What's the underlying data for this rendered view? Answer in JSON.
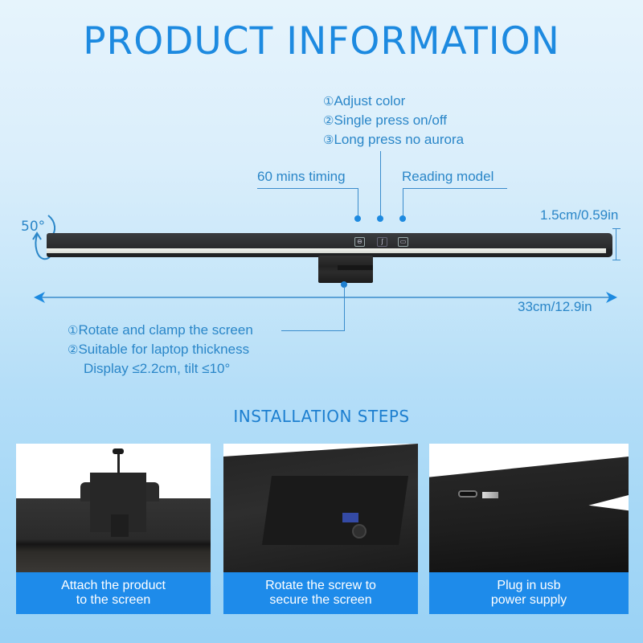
{
  "header": {
    "title": "PRODUCT INFORMATION"
  },
  "buttons_notes": {
    "items": [
      {
        "num": "①",
        "text": "Adjust color"
      },
      {
        "num": "②",
        "text": "Single press on/off"
      },
      {
        "num": "③",
        "text": "Long press no aurora"
      }
    ],
    "left_label": "60 mins timing",
    "right_label": "Reading model"
  },
  "dimensions": {
    "rotation": "50°",
    "height": "1.5cm/0.59in",
    "length": "33cm/12.9in"
  },
  "clamp_notes": {
    "items": [
      {
        "num": "①",
        "text": "Rotate and clamp the screen"
      },
      {
        "num": "②",
        "text": "Suitable for laptop thickness"
      }
    ],
    "detail": "Display ≤2.2cm, tilt ≤10°"
  },
  "bar_icons": [
    "timer-icon",
    "power-color-icon",
    "reading-mode-icon"
  ],
  "installation": {
    "title": "INSTALLATION STEPS",
    "steps": [
      {
        "line1": "Attach the product",
        "line2": "to the screen"
      },
      {
        "line1": "Rotate the screw to",
        "line2": "secure the screen"
      },
      {
        "line1": "Plug in usb",
        "line2": "power supply"
      }
    ]
  },
  "colors": {
    "accent": "#1d8ae0",
    "caption_bg": "#1e8bea",
    "text_blue": "#2a86c8",
    "lamp_body": "#2a2b2d"
  }
}
